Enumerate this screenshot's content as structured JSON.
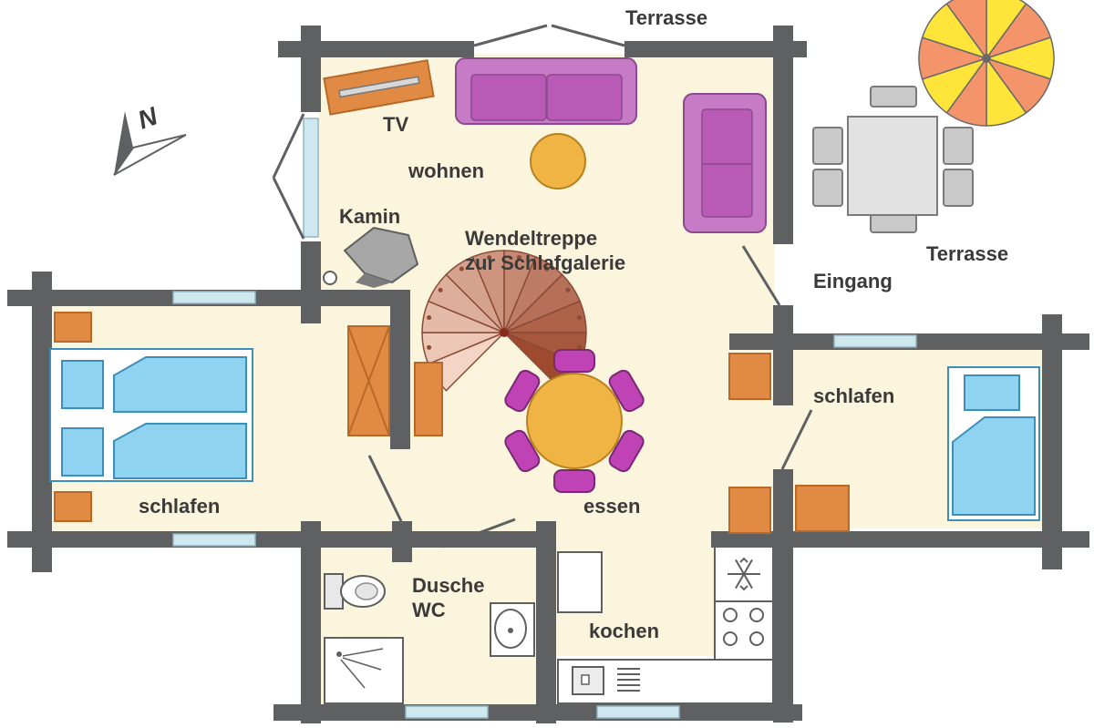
{
  "labels": {
    "terrace_top": "Terrasse",
    "terrace_right": "Terrasse",
    "entrance": "Eingang",
    "tv": "TV",
    "living": "wohnen",
    "fireplace": "Kamin",
    "stairs_line1": "Wendeltreppe",
    "stairs_line2": "zur Schlafgalerie",
    "bedroom_left": "schlafen",
    "bedroom_right": "schlafen",
    "dining": "essen",
    "bath_line1": "Dusche",
    "bath_line2": "WC",
    "kitchen": "kochen",
    "north": "N"
  },
  "colors": {
    "wall": "#5f6062",
    "floor": "#fbf5dd",
    "sofa": "#c77ac6",
    "table": "#f0b445",
    "dining_chairs": "#c043b6",
    "cabinets": "#e08a44",
    "beds": "#8fd3f1",
    "stairs": "#c98f76",
    "umbrella_yellow": "#ffe43a",
    "umbrella_salmon": "#f4946a"
  },
  "icons": {
    "north_arrow": "compass-arrow-icon",
    "fridge": "snowflake-icon",
    "stove": "stove-burners-icon",
    "toilet": "toilet-icon",
    "sink": "sink-icon",
    "shower": "shower-icon",
    "umbrella": "parasol-icon"
  }
}
